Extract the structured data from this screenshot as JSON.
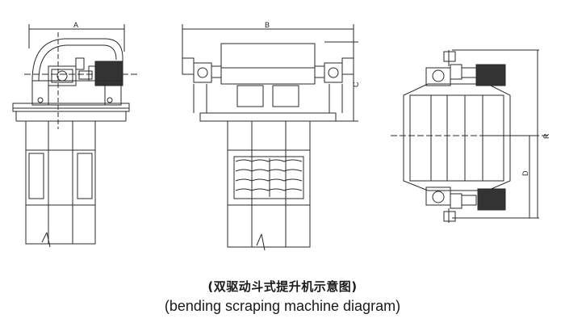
{
  "caption": {
    "chinese": "(双驱动斗式提升机示意图)",
    "english": "(bending scraping machine diagram)"
  },
  "dimension_labels": {
    "a": "A",
    "b": "B",
    "c": "C",
    "d": "D",
    "r": "R"
  },
  "colors": {
    "line": "#2a2a2a",
    "motor_fill": "#333333",
    "background": "#ffffff"
  }
}
